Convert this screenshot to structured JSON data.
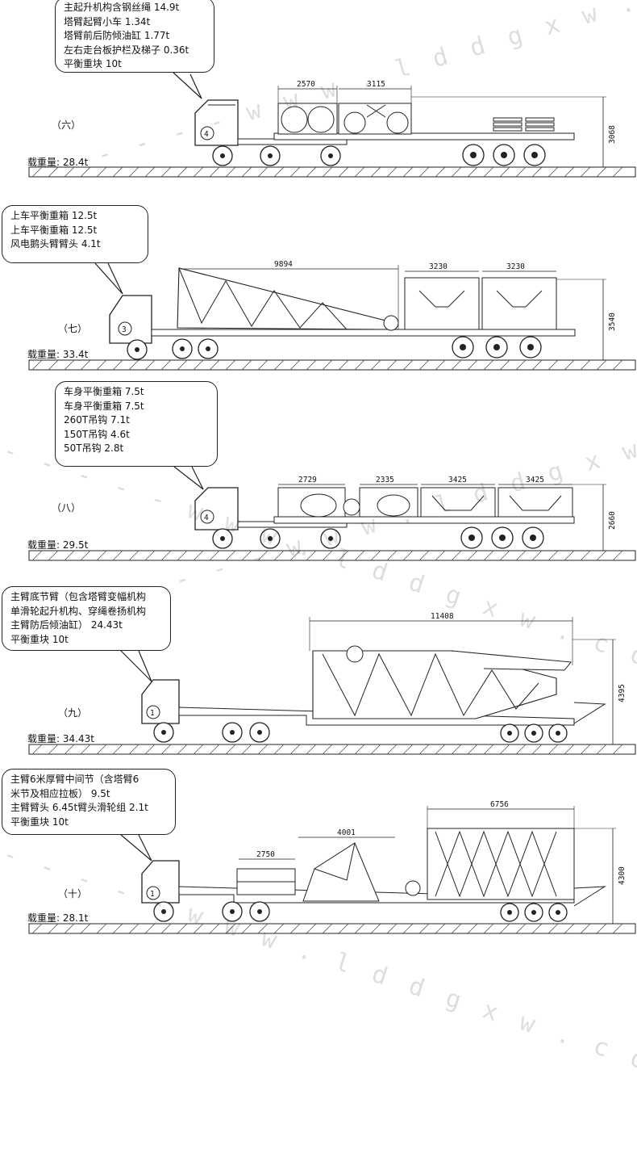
{
  "watermark": "- - - - - w w w . l d d g x w . c o m - - - - -",
  "panels": [
    {
      "index": "（六）",
      "load": "载重量: 28.4t",
      "truck_no": "4",
      "callout": [
        "主起升机构含钢丝绳 14.9t",
        "塔臂起臂小车 1.34t",
        "塔臂前后防倾油缸 1.77t",
        "左右走台板护栏及梯子 0.36t",
        "平衡重块 10t"
      ],
      "dims": [
        "2570",
        "3115"
      ],
      "height": "3068"
    },
    {
      "index": "（七）",
      "load": "载重量: 33.4t",
      "truck_no": "3",
      "callout": [
        "上车平衡重箱 12.5t",
        "上车平衡重箱  12.5t",
        "风电鹅头臂臂头 4.1t"
      ],
      "dims": [
        "9894",
        "3230",
        "3230"
      ],
      "height": "3540"
    },
    {
      "index": "（八）",
      "load": "载重量: 29.5t",
      "truck_no": "4",
      "callout": [
        "车身平衡重箱 7.5t",
        "车身平衡重箱 7.5t",
        "260T吊钩 7.1t",
        "150T吊钩 4.6t",
        "50T吊钩 2.8t"
      ],
      "dims": [
        "2729",
        "2335",
        "3425",
        "3425"
      ],
      "height": "2660"
    },
    {
      "index": "（九）",
      "load": "载重量: 34.43t",
      "truck_no": "1",
      "callout": [
        "主臂底节臂（包含塔臂变幅机构",
        "单滑轮起升机构、穿绳卷扬机构",
        "主臂防后倾油缸） 24.43t",
        "平衡重块 10t"
      ],
      "dims": [
        "11408"
      ],
      "height": "4395"
    },
    {
      "index": "（十）",
      "load": "载重量: 28.1t",
      "truck_no": "1",
      "callout": [
        "主臂6米厚臂中间节（含塔臂6",
        "米节及相应拉板） 9.5t",
        "主臂臂头 6.45t臂头滑轮组 2.1t",
        "平衡重块 10t"
      ],
      "dims": [
        "2750",
        "4001",
        "6756"
      ],
      "height": "4300"
    }
  ]
}
